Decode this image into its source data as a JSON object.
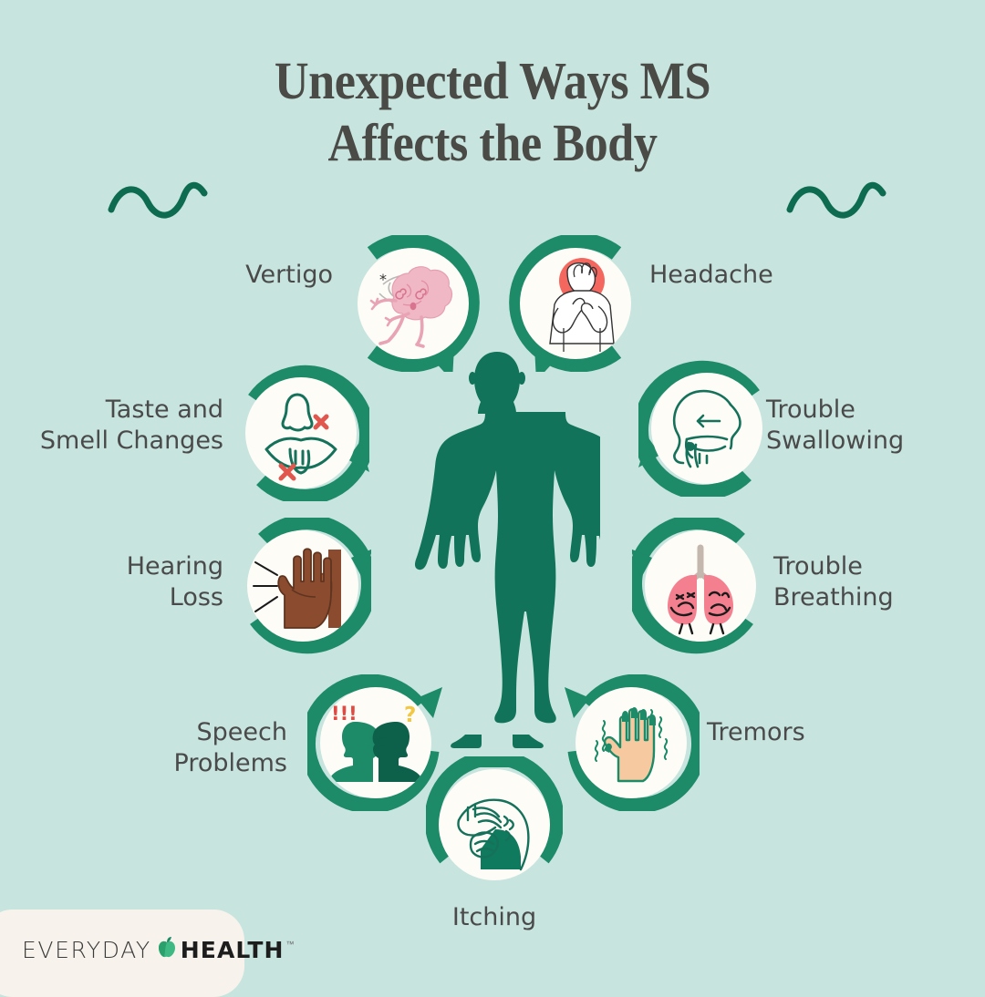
{
  "page": {
    "title_line1": "Unexpected Ways MS",
    "title_line2": "Affects the Body",
    "background_color": "#c7e4de",
    "accent_green": "#1d8a68",
    "deep_green": "#0d6b4f",
    "title_color": "#4a4a46",
    "label_color": "#4a4a4a",
    "disc_color": "#fdfcf7"
  },
  "decorations": {
    "wave_left": "wave-squiggle",
    "wave_right": "wave-squiggle",
    "center_figure": "human-body-silhouette"
  },
  "symptoms": [
    {
      "id": "vertigo",
      "label": "Vertigo",
      "icon": "dizzy-brain-icon",
      "label_align": "right"
    },
    {
      "id": "headache",
      "label": "Headache",
      "icon": "person-headache-icon",
      "label_align": "left"
    },
    {
      "id": "trouble-swallowing",
      "label": "Trouble\nSwallowing",
      "icon": "head-throat-arrow-icon",
      "label_align": "left"
    },
    {
      "id": "trouble-breathing",
      "label": "Trouble\nBreathing",
      "icon": "sad-lungs-icon",
      "label_align": "left"
    },
    {
      "id": "tremors",
      "label": "Tremors",
      "icon": "shaking-hand-icon",
      "label_align": "left"
    },
    {
      "id": "itching",
      "label": "Itching",
      "icon": "scratching-arm-icon",
      "label_align": "center"
    },
    {
      "id": "speech-problems",
      "label": "Speech\nProblems",
      "icon": "two-heads-talking-icon",
      "label_align": "right"
    },
    {
      "id": "hearing-loss",
      "label": "Hearing\nLoss",
      "icon": "hand-cupping-ear-icon",
      "label_align": "right"
    },
    {
      "id": "taste-smell",
      "label": "Taste and\nSmell Changes",
      "icon": "nose-mouth-x-icon",
      "label_align": "right"
    }
  ],
  "footer": {
    "brand_light": "EVERYDAY",
    "brand_bold": "HEALTH",
    "trademark": "™",
    "apple_icon": "green-apple-icon",
    "panel_color": "#f7f3ec"
  }
}
